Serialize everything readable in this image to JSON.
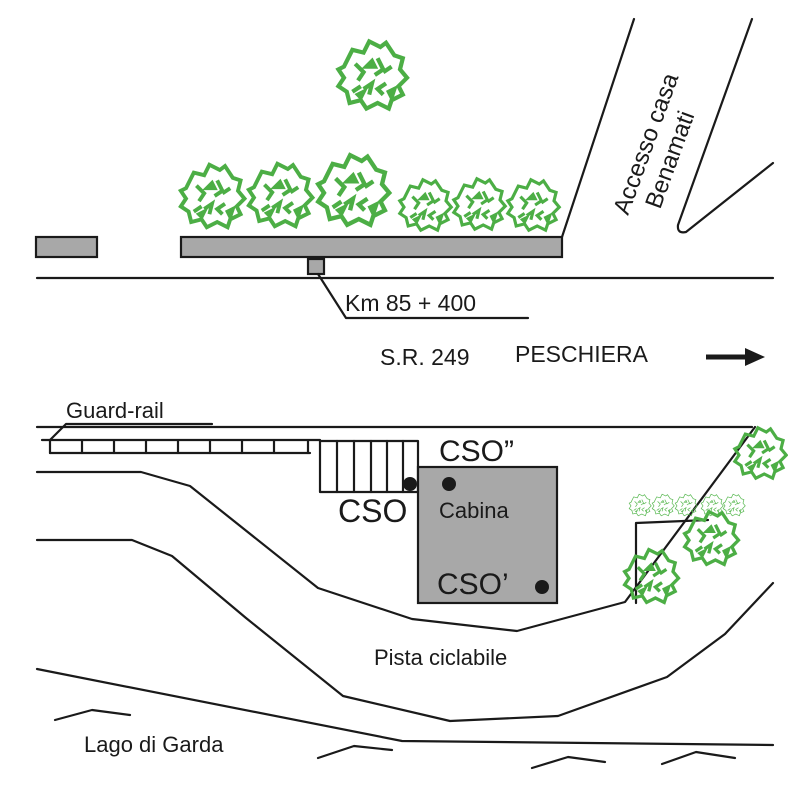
{
  "diagram": {
    "labels": {
      "access_line1": "Accesso casa",
      "access_line2": "Benamati",
      "km_marker": "Km 85 + 400",
      "road": "S.R. 249",
      "direction": "PESCHIERA",
      "guard_rail": "Guard-rail",
      "cso": "CSO",
      "cso_double": "CSO”",
      "cso_single": "CSO’",
      "cabin": "Cabina",
      "bike_path": "Pista ciclabile",
      "lake": "Lago di Garda"
    },
    "colors": {
      "line": "#1a1a1a",
      "fill_gray": "#a8a8a8",
      "tree_green": "#4cae45"
    },
    "icons": {
      "direction_arrow": "right-arrow-icon",
      "tree": "tree-icon",
      "point": "measurement-point-icon"
    }
  }
}
